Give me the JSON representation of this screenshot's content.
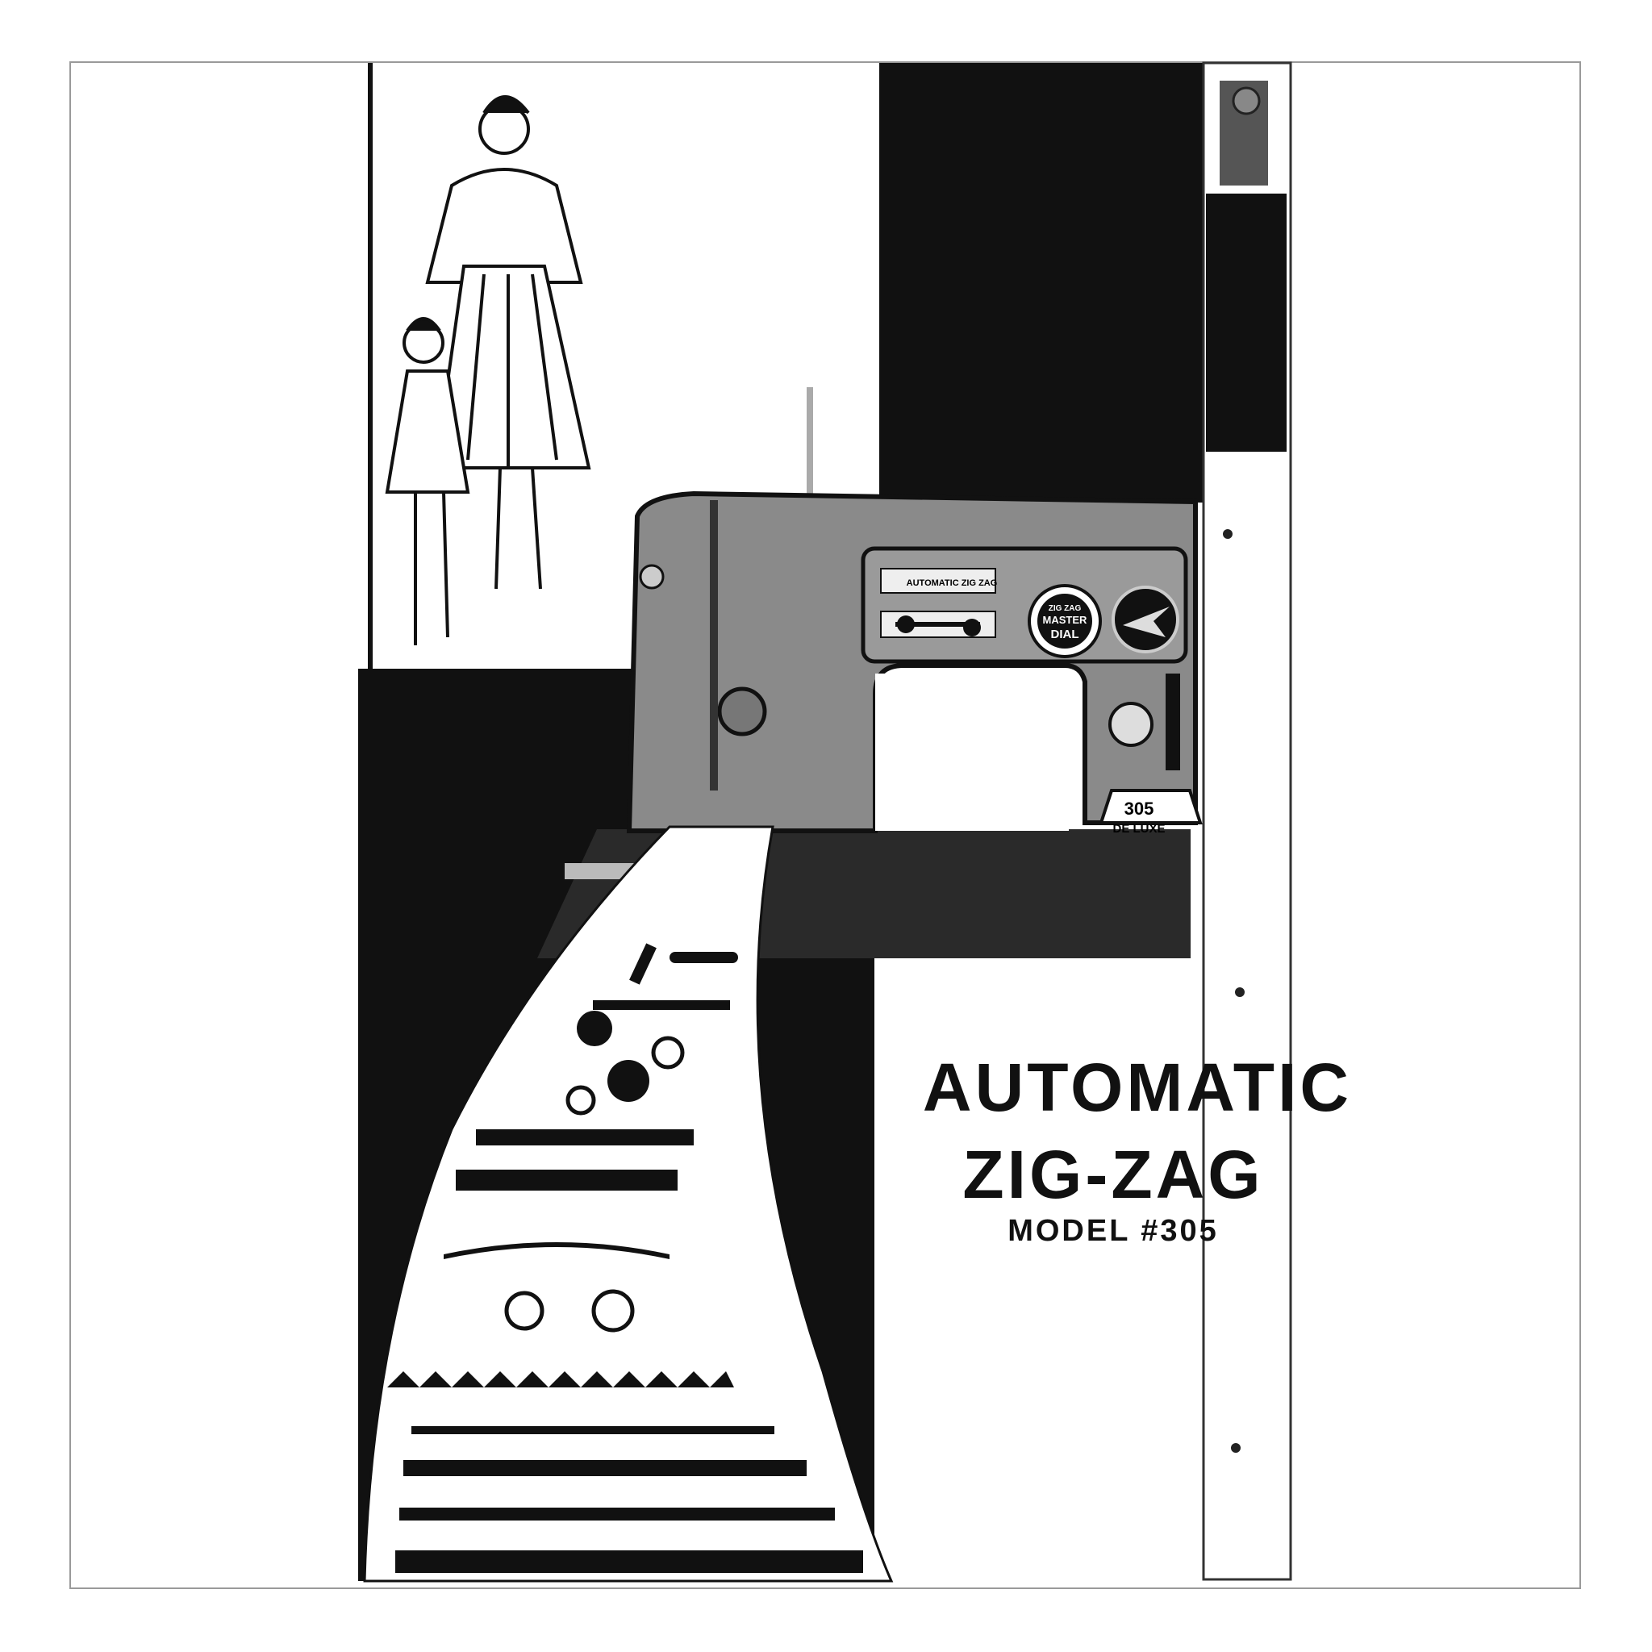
{
  "cover": {
    "title_line1": "AUTOMATIC",
    "title_line2": "ZIG-ZAG",
    "model_line": "MODEL #305"
  },
  "machine_labels": {
    "selector_plate": "AUTOMATIC ZIG ZAG",
    "dial_top": "ZIG ZAG",
    "dial_middle": "MASTER",
    "dial_bottom": "DIAL",
    "badge_number": "305",
    "badge_text": "DE LUXE"
  },
  "colors": {
    "ink": "#111111",
    "paper": "#ffffff",
    "machine": "#8a8a8a",
    "frame": "#9a9a9a"
  }
}
